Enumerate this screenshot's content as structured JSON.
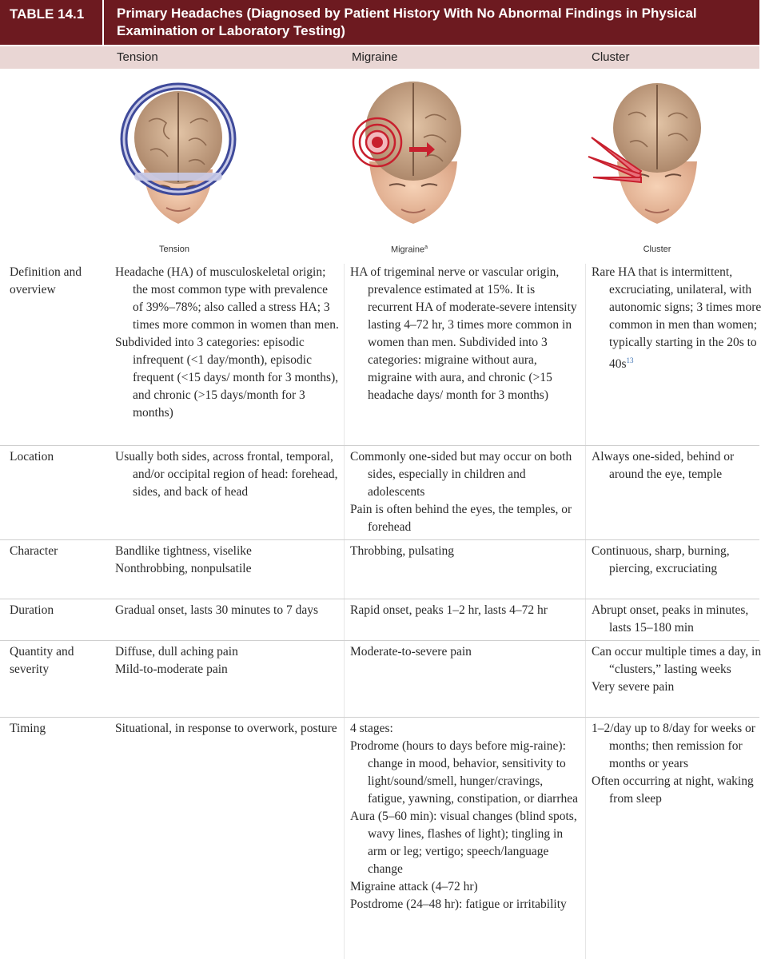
{
  "table": {
    "number": "TABLE 14.1",
    "title": "Primary Headaches (Diagnosed by Patient History With No Abnormal Findings in Physical Examination or Laboratory Testing)"
  },
  "columns": [
    "Tension",
    "Migraine",
    "Cluster"
  ],
  "captions": {
    "tension": "Tension",
    "migraine": "Migraine",
    "migraine_marker": "a",
    "cluster": "Cluster"
  },
  "rows": {
    "definition": {
      "label": "Definition and overview",
      "tension": [
        "Headache (HA) of musculoskeletal origin; the most common type with prevalence of 39%–78%; also called a stress HA; 3 times more common in women than men.",
        "Subdivided into 3 categories: episodic infrequent (<1 day/month), episodic frequent (<15 days/ month for 3 months), and chronic (>15 days/month for 3 months)"
      ],
      "migraine": [
        "HA of trigeminal nerve or vascular origin, prevalence estimated at 15%. It is recurrent HA of moderate-severe intensity lasting 4–72 hr, 3 times more common in women than men. Subdivided into 3 categories: migraine without aura, migraine with aura, and chronic (>15 headache days/ month for 3 months)"
      ],
      "cluster": "Rare HA that is intermittent, excruciating, unilateral, with autonomic signs; 3 times more common in men than women; typically starting in the 20s to 40s",
      "cluster_ref": "13"
    },
    "location": {
      "label": "Location",
      "tension": [
        "Usually both sides, across frontal, temporal, and/or occipital region of head: forehead, sides, and back of head"
      ],
      "migraine": [
        "Commonly one-sided but may occur on both sides, especially in children and adolescents",
        "Pain is often behind the eyes, the temples, or forehead"
      ],
      "cluster": [
        "Always one-sided, behind or around the eye, temple"
      ]
    },
    "character": {
      "label": "Character",
      "tension": [
        "Bandlike tightness, viselike",
        "Nonthrobbing, nonpulsatile"
      ],
      "migraine": [
        "Throbbing, pulsating"
      ],
      "cluster": [
        "Continuous, sharp, burning, piercing, excruciating"
      ]
    },
    "duration": {
      "label": "Duration",
      "tension": [
        "Gradual onset, lasts 30 minutes to 7 days"
      ],
      "migraine": [
        "Rapid onset, peaks 1–2 hr, lasts 4–72 hr"
      ],
      "cluster": [
        "Abrupt onset, peaks in minutes, lasts 15–180 min"
      ]
    },
    "quantity": {
      "label": "Quantity and severity",
      "tension": [
        "Diffuse, dull aching pain",
        "Mild-to-moderate pain"
      ],
      "migraine": [
        "Moderate-to-severe pain"
      ],
      "cluster": [
        "Can occur multiple times a day, in “clusters,” lasting weeks",
        "Very severe pain"
      ]
    },
    "timing": {
      "label": "Timing",
      "tension": [
        "Situational, in response to overwork, posture"
      ],
      "migraine": [
        "4 stages:",
        "Prodrome (hours to days before mig-raine): change in mood, behavior, sensitivity to light/sound/smell, hunger/cravings, fatigue, yawning, constipation, or diarrhea",
        "Aura (5–60 min): visual changes (blind spots, wavy lines, flashes of light); tingling in arm or leg; vertigo; speech/language change",
        "Migraine attack (4–72 hr)",
        "Postdrome (24–48 hr): fatigue or irritability"
      ],
      "cluster": [
        "1–2/day up to 8/day for weeks or months; then remission for months or years",
        "Often occurring at night, waking from sleep"
      ]
    }
  },
  "colors": {
    "header_bg": "#6d1a20",
    "subheader_bg": "#e9d6d4",
    "pain_red": "#c8202e",
    "band_blue": "#3f4a9a"
  },
  "icons": [
    "tension-head-illustration",
    "migraine-head-illustration",
    "cluster-head-illustration"
  ]
}
